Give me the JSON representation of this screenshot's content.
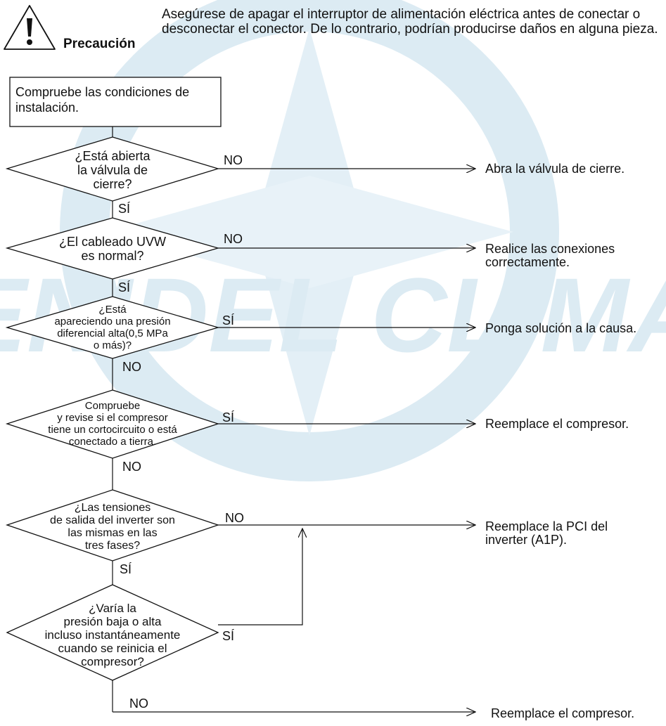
{
  "caution": {
    "title": "Precaución",
    "text": "Asegúrese de apagar el interruptor de alimentación eléctrica antes de conectar o desconectar el conector. De lo contrario, podrían producirse daños en alguna pieza.",
    "icon": "warning-triangle-icon"
  },
  "watermark": {
    "text": "ENIDEL CLIMA",
    "color": "#c9e1ee"
  },
  "start": {
    "text": "Compruebe las condiciones de instalación."
  },
  "decisions": [
    {
      "lines": [
        "¿Está abierta",
        "la válvula de",
        "cierre?"
      ],
      "right_label": "NO",
      "down_label": "SÍ",
      "result": [
        "Abra la válvula de cierre."
      ]
    },
    {
      "lines": [
        "¿El cableado UVW",
        "es normal?"
      ],
      "right_label": "NO",
      "down_label": "SÍ",
      "result": [
        "Realice las conexiones",
        "correctamente."
      ]
    },
    {
      "lines": [
        "¿Está",
        "apareciendo una presión",
        "diferencial alta(0,5 MPa",
        "o más)?"
      ],
      "right_label": "SÍ",
      "down_label": "NO",
      "result": [
        "Ponga solución a la causa."
      ]
    },
    {
      "lines": [
        "Compruebe",
        "y revise si el compresor",
        "tiene un cortocircuito o está",
        "conectado a tierra."
      ],
      "right_label": "SÍ",
      "down_label": "NO",
      "result": [
        "Reemplace el compresor."
      ]
    },
    {
      "lines": [
        "¿Las tensiones",
        "de salida del inverter son",
        "las mismas en las",
        "tres fases?"
      ],
      "right_label": "NO",
      "down_label": "SÍ",
      "result": [
        "Reemplace la PCI del",
        "inverter (A1P)."
      ]
    },
    {
      "lines": [
        "¿Varía la",
        "presión baja o alta",
        "incluso instantáneamente",
        "cuando se reinicia el",
        "compresor?"
      ],
      "right_label": "SÍ",
      "down_label": "NO",
      "result": [
        "Reemplace el compresor."
      ]
    }
  ]
}
